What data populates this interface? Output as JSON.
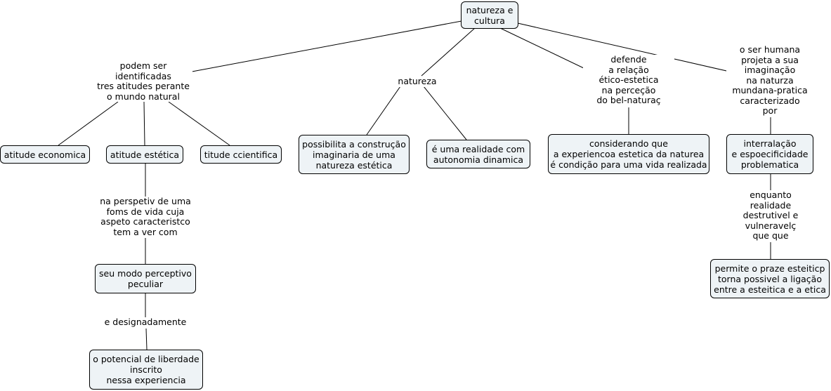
{
  "concepts": {
    "root": "natureza e\ncultura",
    "atitude_economica": "atitude economica",
    "atitude_estetica": "atitude estética",
    "atitude_cientifica": "titude ccientifica",
    "perceptivo": "seu modo perceptivo\npeculiar",
    "liberdade": "o potencial de liberdade\ninscrito\nnessa experiencia",
    "construcao": "possibilita a construção\nimaginaria de uma\nnatureza estética",
    "realidade": "é uma realidade com\nautonomia dinamica",
    "considerando": "considerando que\na experiencoa estetica da naturea\né condição para uma vida realizada",
    "interralacao": "interralação\ne espoecificidade\nproblematica",
    "permite": "permite o praze esteiticp\ntorna possivel a ligação\nentre a esteitica e a etica"
  },
  "link_labels": {
    "podem_ser": "podem ser\nidentificadas\ntres atitudes perante\no mundo natural",
    "natureza": "natureza",
    "defende": "defende\na relação\nético-estetica\nna perceção\ndo bel-naturaç",
    "ser_humana": "o ser humana\nprojeta a sua\nimaginação\nna naturza\nmundana-pratica\ncaracterizado\npor",
    "perspetiv": "na perspetiv de uma\nfoms de vida cuja\naspeto caracteristco\ntem a ver com",
    "designadamente": "e designadamente",
    "enquanto": "enquanto\nrealidade\ndestrutivel e\nvulneravelç\nque que"
  }
}
